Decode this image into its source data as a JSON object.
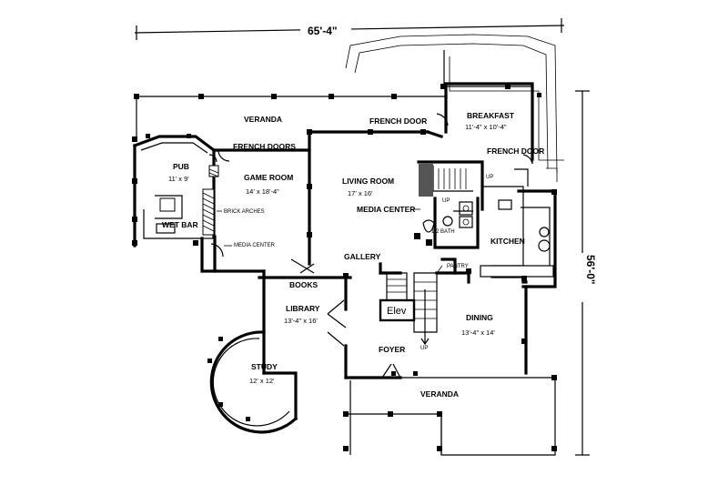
{
  "overall": {
    "width": "65'-4\"",
    "depth": "56'-0\""
  },
  "rooms": {
    "veranda_rear": "VERANDA",
    "french_door_living": "FRENCH DOOR",
    "breakfast": {
      "name": "BREAKFAST",
      "size": "11'-4\" x 10'-4\""
    },
    "french_door_breakfast": "FRENCH DOOR",
    "french_doors_game": "FRENCH DOORS",
    "pub": {
      "name": "PUB",
      "size": "11' x 9'"
    },
    "game_room": {
      "name": "GAME ROOM",
      "size": "14' x 18'-4\""
    },
    "living_room": {
      "name": "LIVING ROOM",
      "size": "17' x 16'"
    },
    "media_center_living": "MEDIA CENTER",
    "brick_arches": "BRICK ARCHES",
    "wet_bar": "WET BAR",
    "media_center_game": "MEDIA CENTER",
    "half_bath": "1/2 BATH",
    "kitchen": "KITCHEN",
    "gallery": "GALLERY",
    "pantry": "PANTRY",
    "books": "BOOKS",
    "library": {
      "name": "LIBRARY",
      "size": "13'-4\" x 16'"
    },
    "elev": "Elev",
    "dining": {
      "name": "DINING",
      "size": "13'-4\" x 14'"
    },
    "foyer": "FOYER",
    "study": {
      "name": "STUDY",
      "size": "12' x 12'"
    },
    "veranda_front": "VERANDA",
    "stair_up_1": "UP",
    "stair_up_2": "UP",
    "stair_up_3": "UP"
  }
}
